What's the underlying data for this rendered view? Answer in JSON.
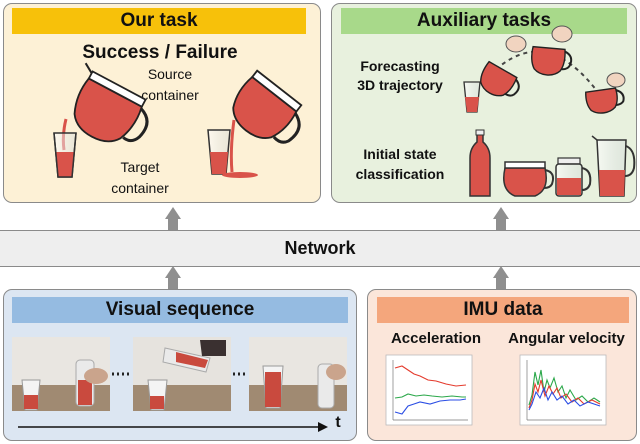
{
  "our_task": {
    "header": "Our task",
    "title": "Success / Failure",
    "source_label_line1": "Source",
    "source_label_line2": "container",
    "target_label_line1": "Target",
    "target_label_line2": "container"
  },
  "aux_tasks": {
    "header": "Auxiliary tasks",
    "forecast_line1": "Forecasting",
    "forecast_line2": "3D trajectory",
    "initial_line1": "Initial state",
    "initial_line2": "classification"
  },
  "network": {
    "label": "Network"
  },
  "visual": {
    "header": "Visual sequence",
    "time_label": "t"
  },
  "imu": {
    "header": "IMU data",
    "accel_label": "Acceleration",
    "angular_label": "Angular velocity"
  },
  "colors": {
    "our_task_bg": "#fdf1d6",
    "our_task_header": "#f7c10a",
    "aux_bg": "#e8f1de",
    "aux_header": "#a8d98a",
    "visual_bg": "#dce6f2",
    "visual_header": "#95bbe1",
    "imu_bg": "#fbe6da",
    "imu_header": "#f4a67c",
    "network_bg": "#eeeeee",
    "liquid": "#d9534a"
  }
}
